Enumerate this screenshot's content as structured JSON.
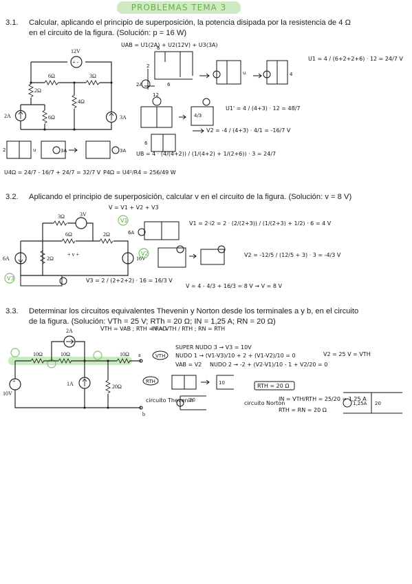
{
  "header": {
    "title": "PROBLEMAS TEMA 3"
  },
  "problems": [
    {
      "number": "3.1.",
      "text": "Calcular, aplicando el principio de superposición, la potencia disipada por la resistencia de 4 Ω en el circuito de la figura. (Solución: p = 16 W)",
      "circuit_labels": [
        "12V",
        "6Ω",
        "3Ω",
        "2Ω",
        "4Ω",
        "2A",
        "6Ω",
        "3A"
      ],
      "notes": {
        "n1": "UAB = U1(2A) + U2(12V) + U3(3A)",
        "n2": "U1 = 4 / (6+2+2+6) · 12 = 24/7 V",
        "n3": "U1' = 4 / (4+3) · 12 = 48/7",
        "n4": "V2 = -4 / (4+3) · 4/1 = -16/7 V",
        "n5": "UB = 4 · (4/(4+2)) / (1/(4+2) + 1/(2+6)) · 3 = 24/7",
        "n6": "U4Ω = 24/7 - 16/7 + 24/7 = 32/7 V",
        "n7": "P4Ω = U4²/R4 = 256/49 W"
      }
    },
    {
      "number": "3.2.",
      "text": "Aplicando el principio de superposición, calcular v en el circuito de la figura. (Solución: v = 8 V)",
      "circuit_labels": [
        "3Ω",
        "3V",
        "6Ω",
        "2Ω",
        "6A",
        "2Ω",
        "16V"
      ],
      "notes": {
        "n1": "V = V1 + V2 + V3",
        "n2": "V1 = 2·i2 = 2 · (2/(2+3)) / (1/(2+3) + 1/2) · 6 = 4 V",
        "n3": "V2 = -12/5 / (12/5 + 3) · 3 = -4/3 V",
        "n4": "V3 = 2 / (2+2+2) · 16 = 16/3 V",
        "n5": "V = 4 - 4/3 + 16/3 = 8 V → V = 8 V"
      }
    },
    {
      "number": "3.3.",
      "text": "Determinar los circuitos equivalentes Thevenin y Norton desde los terminales a y b, en el circuito de la figura. (Solución: VTh = 25 V; RTh = 20 Ω; IN = 1,25 A; RN = 20 Ω)",
      "circuit_labels": [
        "2A",
        "10Ω",
        "10Ω",
        "10Ω",
        "1A",
        "20Ω",
        "10V",
        "a",
        "b"
      ],
      "notes": {
        "n1": "VTH = VAB ; RTH = RAD",
        "n2": "IN = VTH / RTH ; RN = RTH",
        "n3": "SUPER NUDO 3 → V3 = 10V",
        "n4": "NUDO 1 → (V1-V3)/10 + 2 + (V1-V2)/10 = 0",
        "n5": "NUDO 2 → -2 + (V2-V1)/10 - 1 + V2/20 = 0",
        "n6": "V2 = 25 V = VTH",
        "n7": "VAB = V2",
        "n8": "RTH = 20 Ω",
        "n9": "IN = VTH/RTH = 25/20 = 1,25 A",
        "n10": "RTH = RN = 20 Ω",
        "n11": "circuito Thevenin",
        "n12": "circuito Norton"
      }
    }
  ]
}
